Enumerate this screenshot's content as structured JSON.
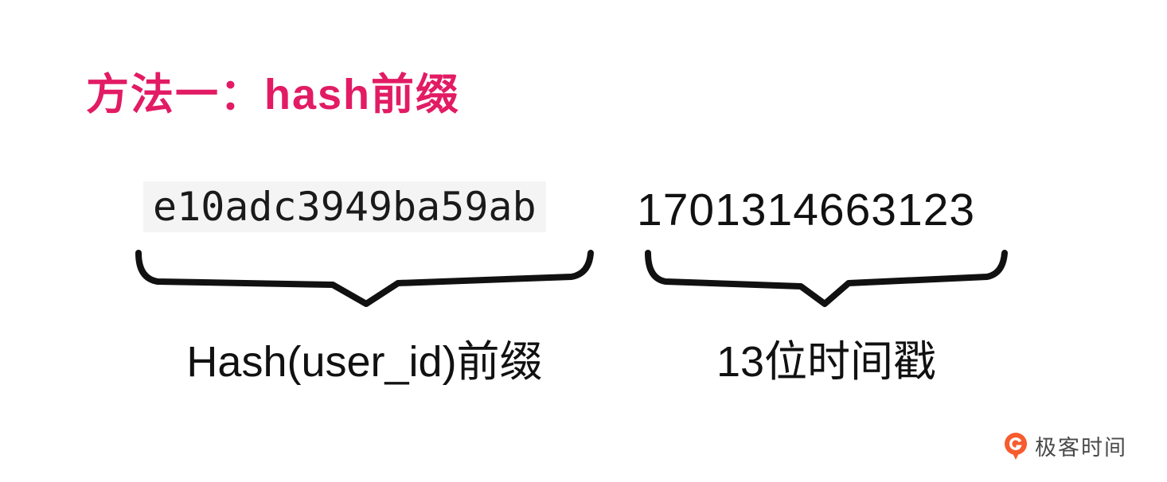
{
  "title": "方法一：hash前缀",
  "segments": [
    {
      "value": "e10adc3949ba59ab",
      "label": "Hash(user_id)前缀"
    },
    {
      "value": "1701314663123",
      "label": "13位时间戳"
    }
  ],
  "brand": {
    "name": "极客时间",
    "icon": "geektime-logo-icon"
  },
  "colors": {
    "title": "#E21B64",
    "code_bg": "#F4F4F4",
    "ink": "#111111",
    "brand_orange": "#F75C2F"
  }
}
